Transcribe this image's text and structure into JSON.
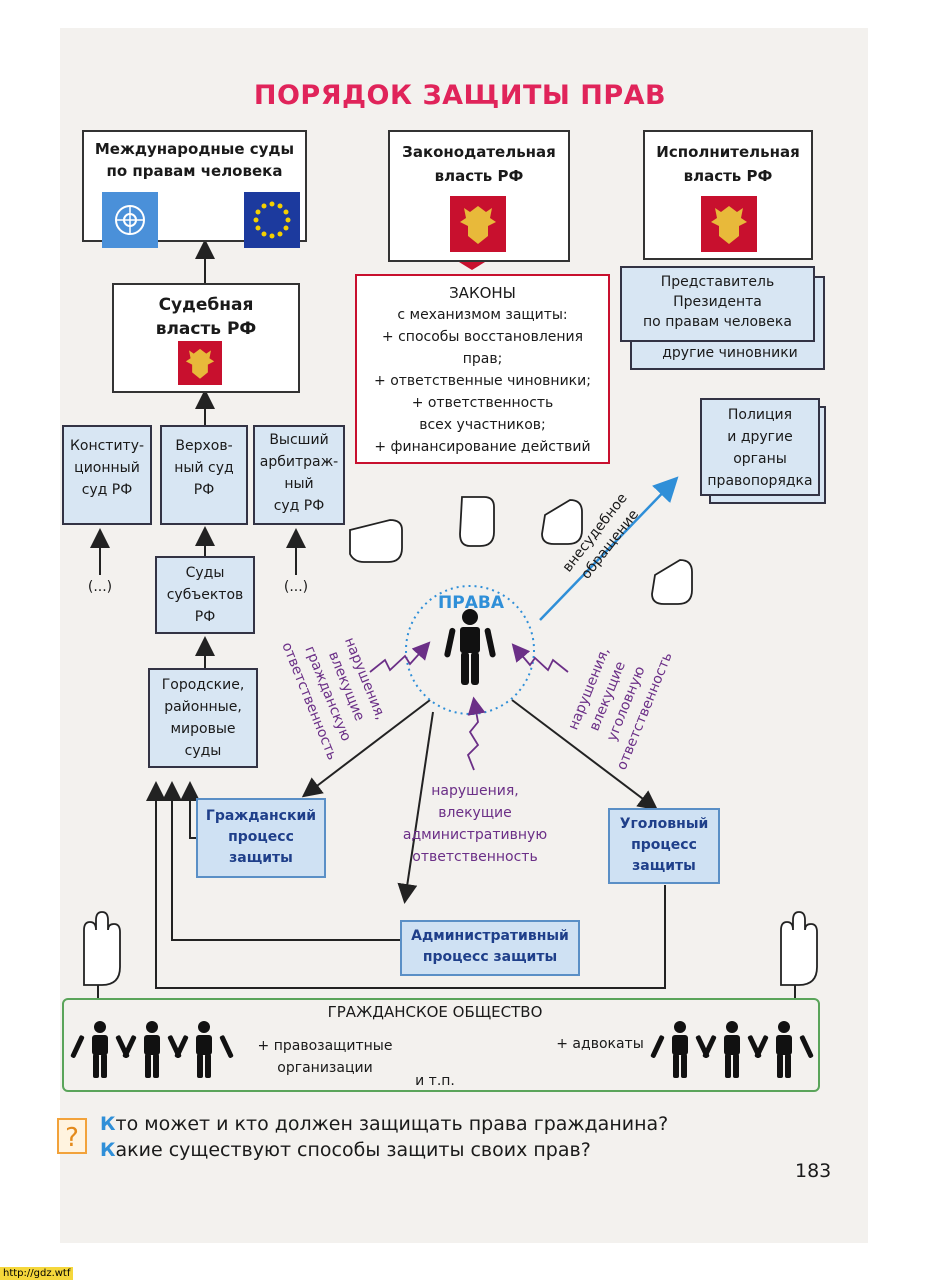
{
  "title": "ПОРЯДОК ЗАЩИТЫ ПРАВ",
  "top_boxes": {
    "international": "Международные суды\nпо правам человека",
    "legislative": "Законодательная\nвласть РФ",
    "executive": "Исполнительная\nвласть РФ"
  },
  "judicial": "Судебная\nвласть РФ",
  "laws": {
    "heading": "ЗАКОНЫ",
    "lines": [
      "с механизмом защиты:",
      "+ способы восстановления",
      "прав;",
      "+ ответственные чиновники;",
      "+ ответственность",
      "всех участников;",
      "+ финансирование действий"
    ]
  },
  "ombudsman": {
    "main": "Представитель\nПрезидента\nпо правам человека",
    "other": "другие чиновники"
  },
  "police": "Полиция\nи другие\nорганы\nправопорядка",
  "courts": {
    "constitutional": "Конститу-\nционный\nсуд РФ",
    "supreme": "Верхов-\nный суд\nРФ",
    "arbitration": "Высший\nарбитраж-\nный\nсуд РФ",
    "subjects": "Суды\nсубъектов\nРФ",
    "city": "Городские,\nрайонные,\nмировые\nсуды",
    "ellipsis_left": "(...)",
    "ellipsis_right": "(...)"
  },
  "rights_label": "ПРАВА",
  "out_of_court": "внесудебное\nобращение",
  "violations": {
    "civil": "нарушения,\nвлекущие\nгражданскую\nответственность",
    "criminal": "нарушения,\nвлекущие\nуголовную\nответственность",
    "administrative": "нарушения,\nвлекущие\nадминистративную\nответственность"
  },
  "processes": {
    "civil": "Гражданский\nпроцесс\nзащиты",
    "criminal": "Уголовный\nпроцесс\nзащиты",
    "administrative": "Административный\nпроцесс защиты"
  },
  "society": {
    "heading": "ГРАЖДАНСКОЕ ОБЩЕСТВО",
    "rights_orgs": "+ правозащитные\nорганизации",
    "lawyers": "+ адвокаты",
    "etc": "и т.п."
  },
  "questions": {
    "q1_first": "К",
    "q1_rest": "то может и кто должен защищать права гражданина?",
    "q2_first": "К",
    "q2_rest": "акие существуют способы защиты своих прав?",
    "mark": "?"
  },
  "page_number": "183",
  "watermark": "http://gdz.wtf",
  "colors": {
    "title": "#e0245a",
    "process_blue": "#1f3f8a",
    "violation_purple": "#6b2f87",
    "society_green": "#5aa45a",
    "arrow_blue": "#2f8fd8"
  }
}
